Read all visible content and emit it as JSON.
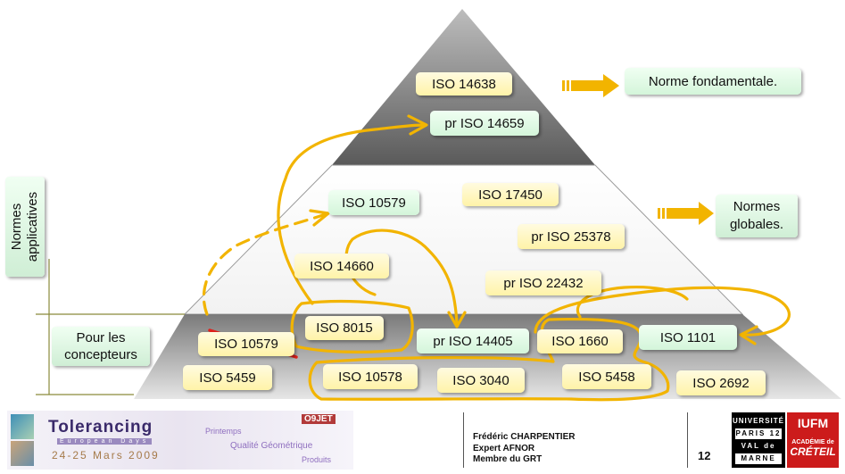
{
  "pyramid": {
    "top": [
      "ISO 14638",
      "pr ISO 14659"
    ],
    "middle": [
      "ISO 10579",
      "ISO 17450",
      "pr ISO 25378",
      "ISO 14660",
      "pr ISO 22432"
    ],
    "bottom_row1": [
      "ISO 10579",
      "ISO 8015",
      "pr ISO 14405",
      "ISO 1660",
      "ISO 1101"
    ],
    "bottom_row2": [
      "ISO 5459",
      "ISO 10578",
      "ISO 3040",
      "ISO 5458",
      "ISO 2692"
    ]
  },
  "side_labels": {
    "fondamentale": "Norme fondamentale.",
    "globales_line1": "Normes",
    "globales_line2": "globales.",
    "applicatives_line1": "Normes",
    "applicatives_line2": "applicatives",
    "concepteurs_line1": "Pour les",
    "concepteurs_line2": "concepteurs"
  },
  "footer": {
    "brand": "Tolerancing",
    "brand_sub": "European Days",
    "dates": "24-25 Mars 2009",
    "event_logo": "O9JET",
    "event_line1": "Printemps",
    "event_line2": "Qualité Géométrique",
    "event_line3": "Produits",
    "author": "Frédéric CHARPENTIER",
    "role1": "Expert AFNOR",
    "role2": "Membre du GRT",
    "page": "12",
    "univ_lines": [
      "UNIVERSITÉ",
      "PARIS 12",
      "VAL de",
      "MARNE"
    ],
    "iufm": "IUFM",
    "academie": "ACADÉMIE de",
    "creteil": "CRÉTEIL"
  },
  "colors": {
    "arrow": "#f2b400",
    "strike": "#e0201b",
    "label_yellow": "#fff3a8",
    "label_green": "#d4f5da"
  }
}
